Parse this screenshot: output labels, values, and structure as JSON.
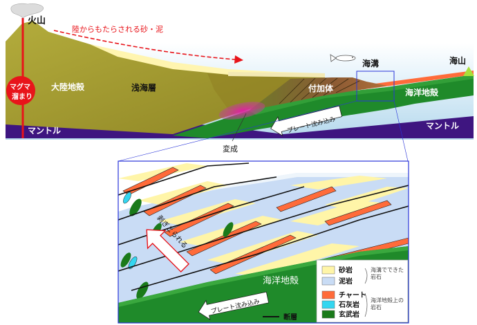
{
  "labels": {
    "volcano": "火山",
    "sediment_from_land": "陸からもたらされる砂・泥",
    "continental_crust": "大陸地殻",
    "shallow_sea_layer": "浅海層",
    "accretionary_prism": "付加体",
    "trench": "海溝",
    "seamount": "海山",
    "oceanic_crust": "海洋地殻",
    "magma_chamber_1": "マグマ",
    "magma_chamber_2": "溜まり",
    "mantle_left": "マントル",
    "mantle_right": "マントル",
    "plate_subduction": "プレート沈み込み",
    "metamorphism": "変成",
    "oceanic_crust_inset": "海洋地殻",
    "plate_subduction_inset": "プレート沈み込み",
    "scraping_arrow": "剥ぎとられる"
  },
  "legend": {
    "items": [
      {
        "label": "砂岩",
        "color": "#fff5a8"
      },
      {
        "label": "泥岩",
        "color": "#c9dcf5"
      },
      {
        "label": "チャート",
        "color": "#ff6b3a"
      },
      {
        "label": "石灰岩",
        "color": "#33d6f0"
      },
      {
        "label": "玄武岩",
        "color": "#1a7a1a"
      }
    ],
    "fault": "断層",
    "group_trench": "海溝でできた岩石",
    "group_oceanic": "海洋地殻上の岩石"
  },
  "colors": {
    "continent": "#a8a232",
    "continent_dark": "#847a1f",
    "sea": "#cce8f4",
    "mantle": "#3e1580",
    "oceanic_crust": "#1f8a2a",
    "magma": "#e8141a",
    "prism": "#8b5a34"
  }
}
